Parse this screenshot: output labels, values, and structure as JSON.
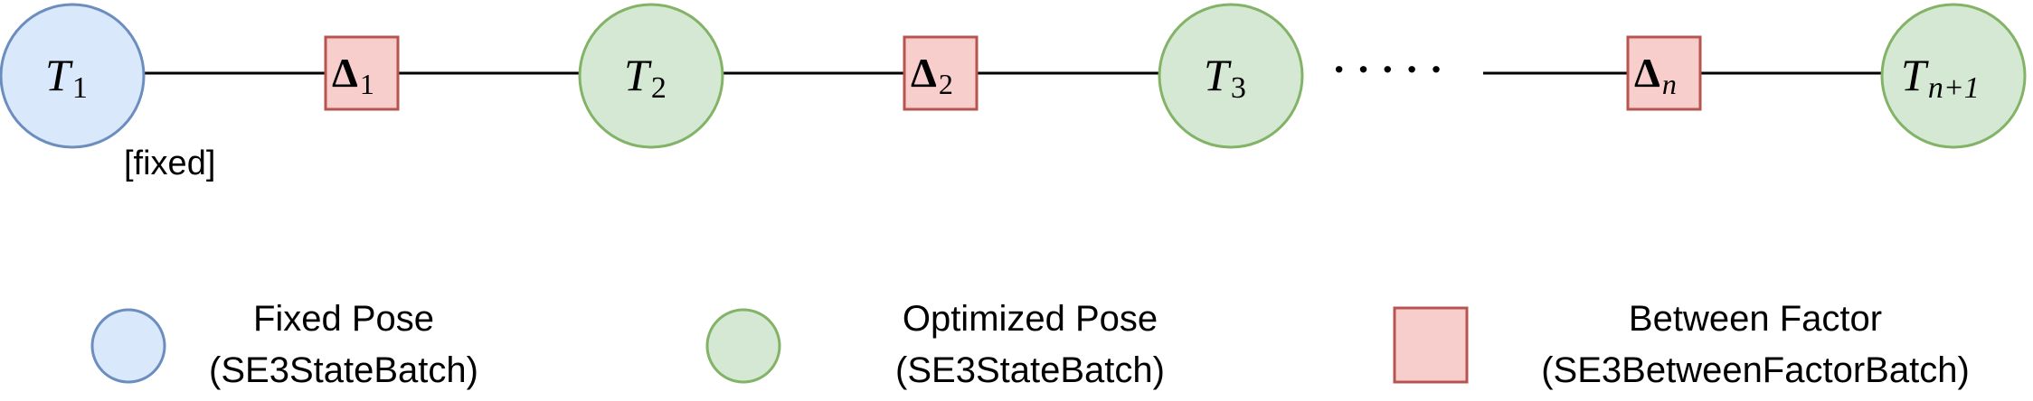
{
  "colors": {
    "fixed_fill": "#dae8fc",
    "fixed_stroke": "#6c8ebf",
    "optimized_fill": "#d5e8d4",
    "optimized_stroke": "#82b366",
    "factor_fill": "#f8cecc",
    "factor_stroke": "#b85450",
    "edge": "#000000"
  },
  "chain": {
    "nodes": [
      {
        "symbol": "T",
        "subscript": "1",
        "kind": "fixed"
      },
      {
        "symbol": "T",
        "subscript": "2",
        "kind": "optimized"
      },
      {
        "symbol": "T",
        "subscript": "3",
        "kind": "optimized"
      },
      {
        "symbol": "T",
        "subscript": "n+1",
        "kind": "optimized"
      }
    ],
    "factors": [
      {
        "symbol": "Δ",
        "subscript": "1"
      },
      {
        "symbol": "Δ",
        "subscript": "2"
      },
      {
        "symbol": "Δ",
        "subscript": "n"
      }
    ],
    "fixed_label": "[fixed]",
    "ellipsis": "· · · · ·"
  },
  "legend": [
    {
      "kind": "fixed",
      "line1": "Fixed Pose",
      "line2": "(SE3StateBatch)"
    },
    {
      "kind": "optimized",
      "line1": "Optimized Pose",
      "line2": "(SE3StateBatch)"
    },
    {
      "kind": "factor",
      "line1": "Between Factor",
      "line2": "(SE3BetweenFactorBatch)"
    }
  ]
}
